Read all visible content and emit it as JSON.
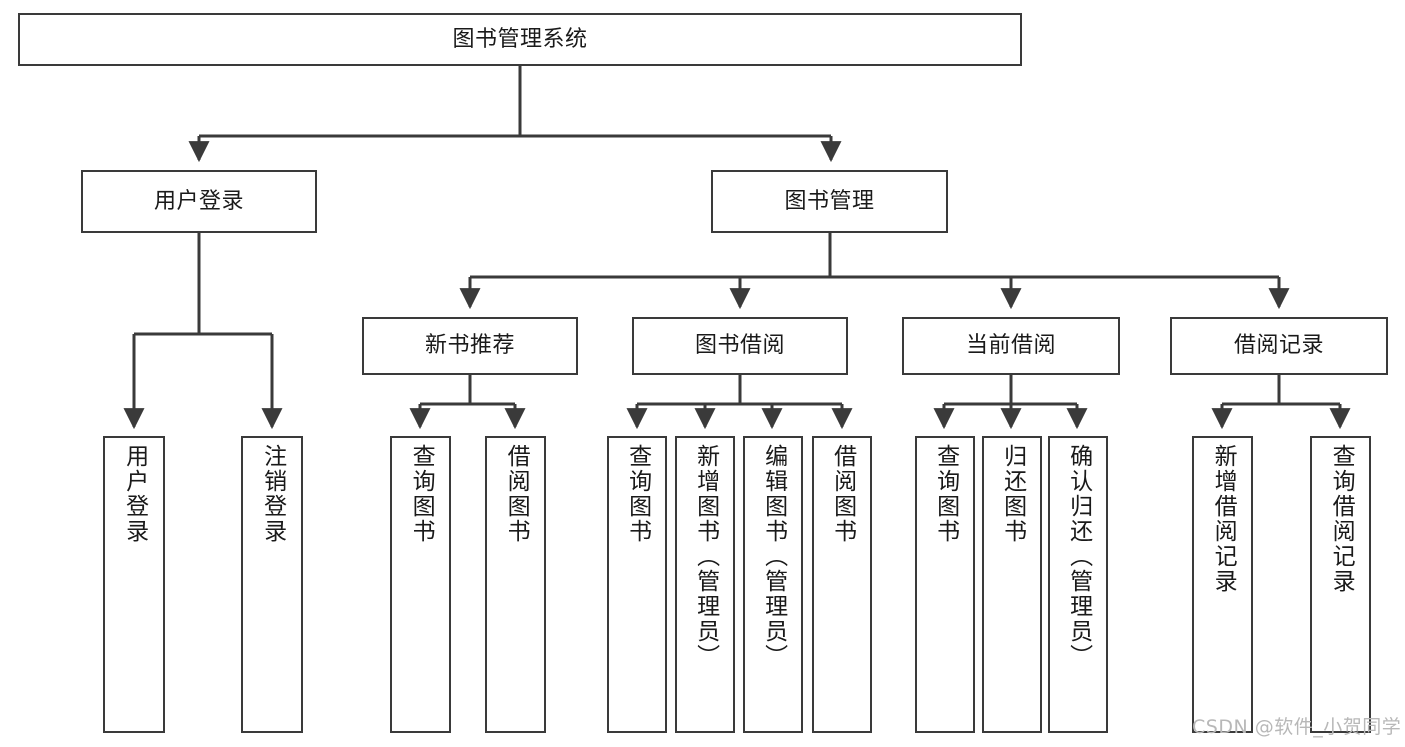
{
  "diagram": {
    "title": "图书管理系统",
    "type": "function-structure-tree",
    "root": {
      "label": "图书管理系统"
    },
    "level1": [
      {
        "label": "用户登录"
      },
      {
        "label": "图书管理"
      }
    ],
    "level2": [
      {
        "label": "新书推荐"
      },
      {
        "label": "图书借阅"
      },
      {
        "label": "当前借阅"
      },
      {
        "label": "借阅记录"
      }
    ],
    "leaves": {
      "user_login": [
        {
          "label": "用户登录"
        },
        {
          "label": "注销登录"
        }
      ],
      "new_book_recommend": [
        {
          "label": "查询图书"
        },
        {
          "label": "借阅图书"
        }
      ],
      "book_borrow": [
        {
          "label": "查询图书"
        },
        {
          "label": "新增图书（管理员）"
        },
        {
          "label": "编辑图书（管理员）"
        },
        {
          "label": "借阅图书"
        }
      ],
      "current_borrow": [
        {
          "label": "查询图书"
        },
        {
          "label": "归还图书"
        },
        {
          "label": "确认归还（管理员）"
        }
      ],
      "borrow_record": [
        {
          "label": "新增借阅记录"
        },
        {
          "label": "查询借阅记录"
        }
      ]
    }
  },
  "watermark": {
    "text": "CSDN @软件_小贺同学"
  },
  "colors": {
    "stroke": "#3a3a3a",
    "box_fill": "#ffffff",
    "text": "#1a1a1a",
    "watermark": "#b8b8b8",
    "background": "#ffffff"
  }
}
